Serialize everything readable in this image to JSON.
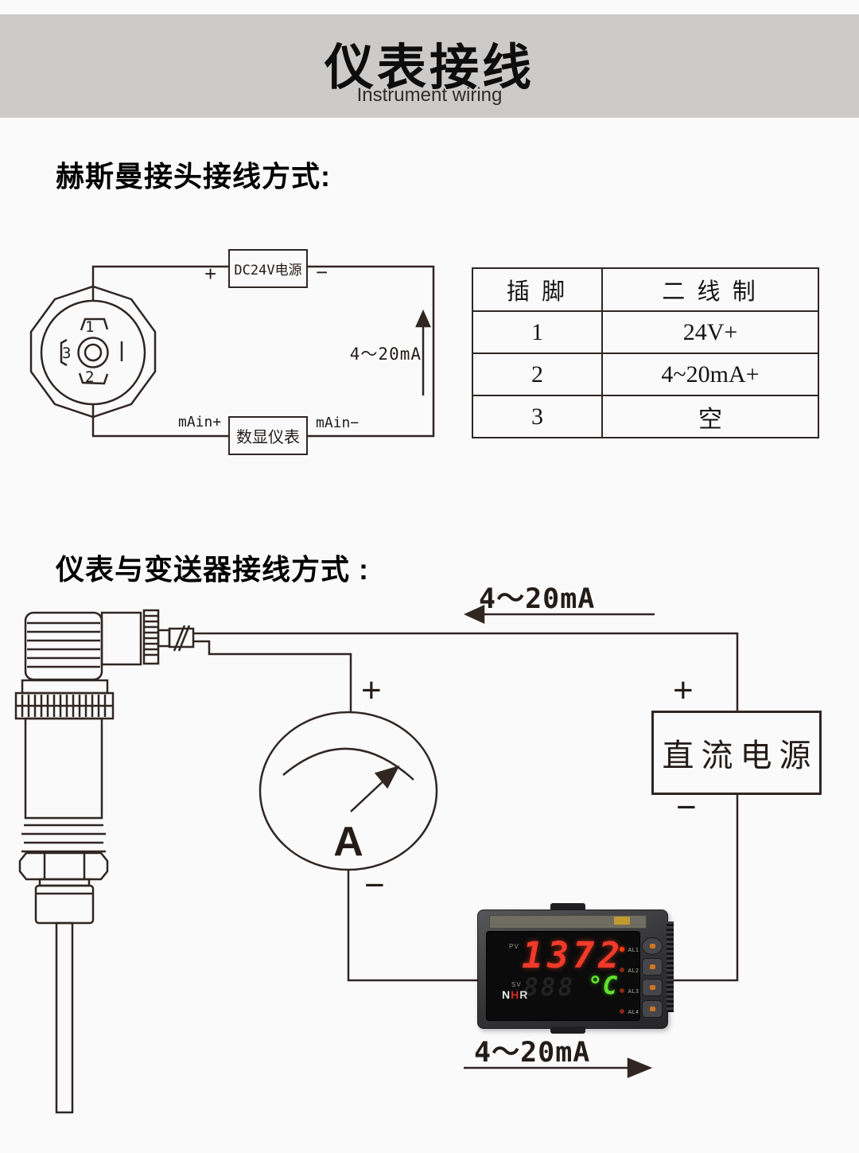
{
  "header": {
    "title": "仪表接线",
    "subtitle": "Instrument wiring"
  },
  "section1": {
    "heading": "赫斯曼接头接线方式:",
    "plus": "+",
    "minus": "−",
    "power_box": "DC24V电源",
    "display_box": "数显仪表",
    "current": "4～20mA",
    "main_plus": "mAin+",
    "main_minus": "mAin−",
    "pins": [
      "1",
      "2",
      "3"
    ],
    "table": {
      "headers": [
        "插 脚",
        "二 线 制"
      ],
      "rows": [
        [
          "1",
          "24V+"
        ],
        [
          "2",
          "4~20mA+"
        ],
        [
          "3",
          "空"
        ]
      ]
    }
  },
  "section2": {
    "heading": "仪表与变送器接线方式 :",
    "current_top": "4～20mA",
    "current_bottom": "4～20mA",
    "plus": "+",
    "minus": "−",
    "dc_box": "直流电源",
    "ammeter": "A",
    "meter": {
      "pv_label": "PV",
      "sv_label": "SV",
      "pv_value": "1372",
      "sv_ghost": "888",
      "sv_unit": "°C",
      "brand": [
        "N",
        "H",
        "R"
      ],
      "leds": [
        "AL1",
        "AL2",
        "AL3",
        "AL4"
      ]
    }
  },
  "colors": {
    "line": "#302622",
    "accent_red": "#f23a2b",
    "accent_green": "#63e12f",
    "header_band": "#cccbca"
  }
}
